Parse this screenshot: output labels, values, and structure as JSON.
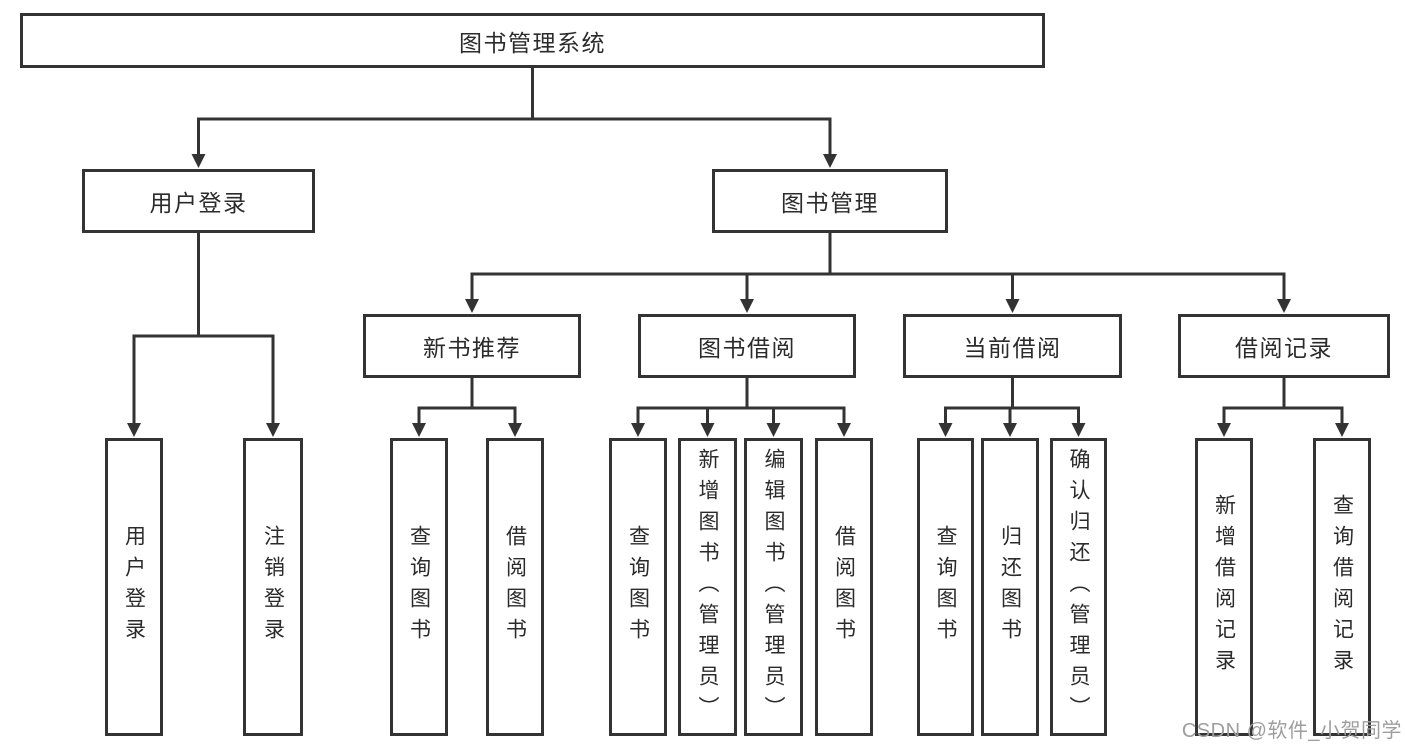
{
  "diagram": {
    "tree": {
      "label": "图书管理系统",
      "children": [
        {
          "label": "用户登录",
          "children": [
            {
              "label": "用户登录"
            },
            {
              "label": "注销登录"
            }
          ]
        },
        {
          "label": "图书管理",
          "children": [
            {
              "label": "新书推荐",
              "children": [
                {
                  "label": "查询图书"
                },
                {
                  "label": "借阅图书"
                }
              ]
            },
            {
              "label": "图书借阅",
              "children": [
                {
                  "label": "查询图书"
                },
                {
                  "label": "新增图书（管理员）"
                },
                {
                  "label": "编辑图书（管理员）"
                },
                {
                  "label": "借阅图书"
                }
              ]
            },
            {
              "label": "当前借阅",
              "children": [
                {
                  "label": "查询图书"
                },
                {
                  "label": "归还图书"
                },
                {
                  "label": "确认归还（管理员）"
                }
              ]
            },
            {
              "label": "借阅记录",
              "children": [
                {
                  "label": "新增借阅记录"
                },
                {
                  "label": "查询借阅记录"
                }
              ]
            }
          ]
        }
      ]
    }
  },
  "watermark": {
    "text": "CSDN @软件_小贺同学"
  },
  "colors": {
    "line": "#333333",
    "box_fill": "#ffffff",
    "text": "#2b2b2b",
    "watermark": "#9e9e9e",
    "background": "#ffffff"
  }
}
